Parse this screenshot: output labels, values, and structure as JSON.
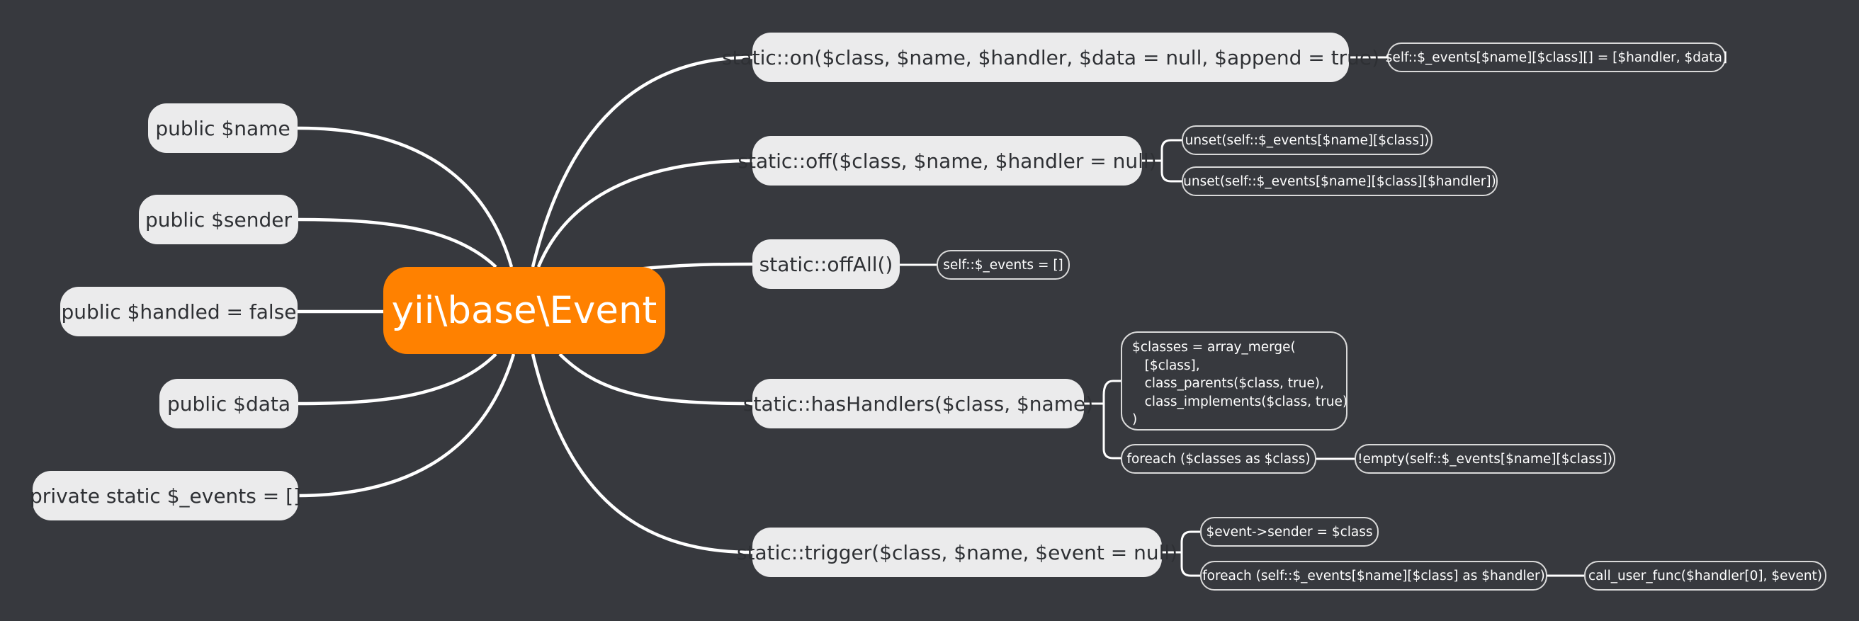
{
  "central": "yii\\base\\Event",
  "properties": [
    "public $name",
    "public $sender",
    "public $handled = false",
    "public $data",
    "private static $_events = []"
  ],
  "methods": [
    {
      "label": "static::on($class, $name, $handler, $data = null, $append = true)",
      "details": [
        "self::$_events[$name][$class][] = [$handler, $data]"
      ]
    },
    {
      "label": "static::off($class, $name, $handler = null)",
      "details": [
        "unset(self::$_events[$name][$class])",
        "unset(self::$_events[$name][$class][$handler])"
      ]
    },
    {
      "label": "static::offAll()",
      "details": [
        "self::$_events = []"
      ]
    },
    {
      "label": "static::hasHandlers($class, $name)",
      "merge_code": "$classes = array_merge(\n   [$class],\n   class_parents($class, true),\n   class_implements($class, true)\n)",
      "loop": "foreach ($classes as $class)",
      "check": "!empty(self::$_events[$name][$class])"
    },
    {
      "label": "static::trigger($class, $name, $event = null)",
      "sender": "$event->sender = $class",
      "loop": "foreach (self::$_events[$name][$class] as $handler)",
      "call": "call_user_func($handler[0], $event)"
    }
  ],
  "colors": {
    "background": "#37393e",
    "central": "#ff8100",
    "node": "#ebebec",
    "line": "#ffffff"
  }
}
